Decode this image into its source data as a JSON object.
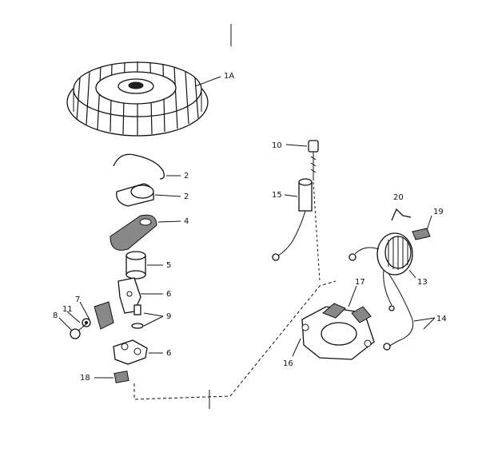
{
  "labels": {
    "p1a": "1A",
    "p2a": "2",
    "p2b": "2",
    "p4": "4",
    "p5": "5",
    "p6a": "6",
    "p6b": "6",
    "p7": "7",
    "p8": "8",
    "p9": "9",
    "p10": "10",
    "p11": "11",
    "p13": "13",
    "p14": "14",
    "p15": "15",
    "p16": "16",
    "p17": "17",
    "p18": "18",
    "p19": "19",
    "p20": "20"
  }
}
